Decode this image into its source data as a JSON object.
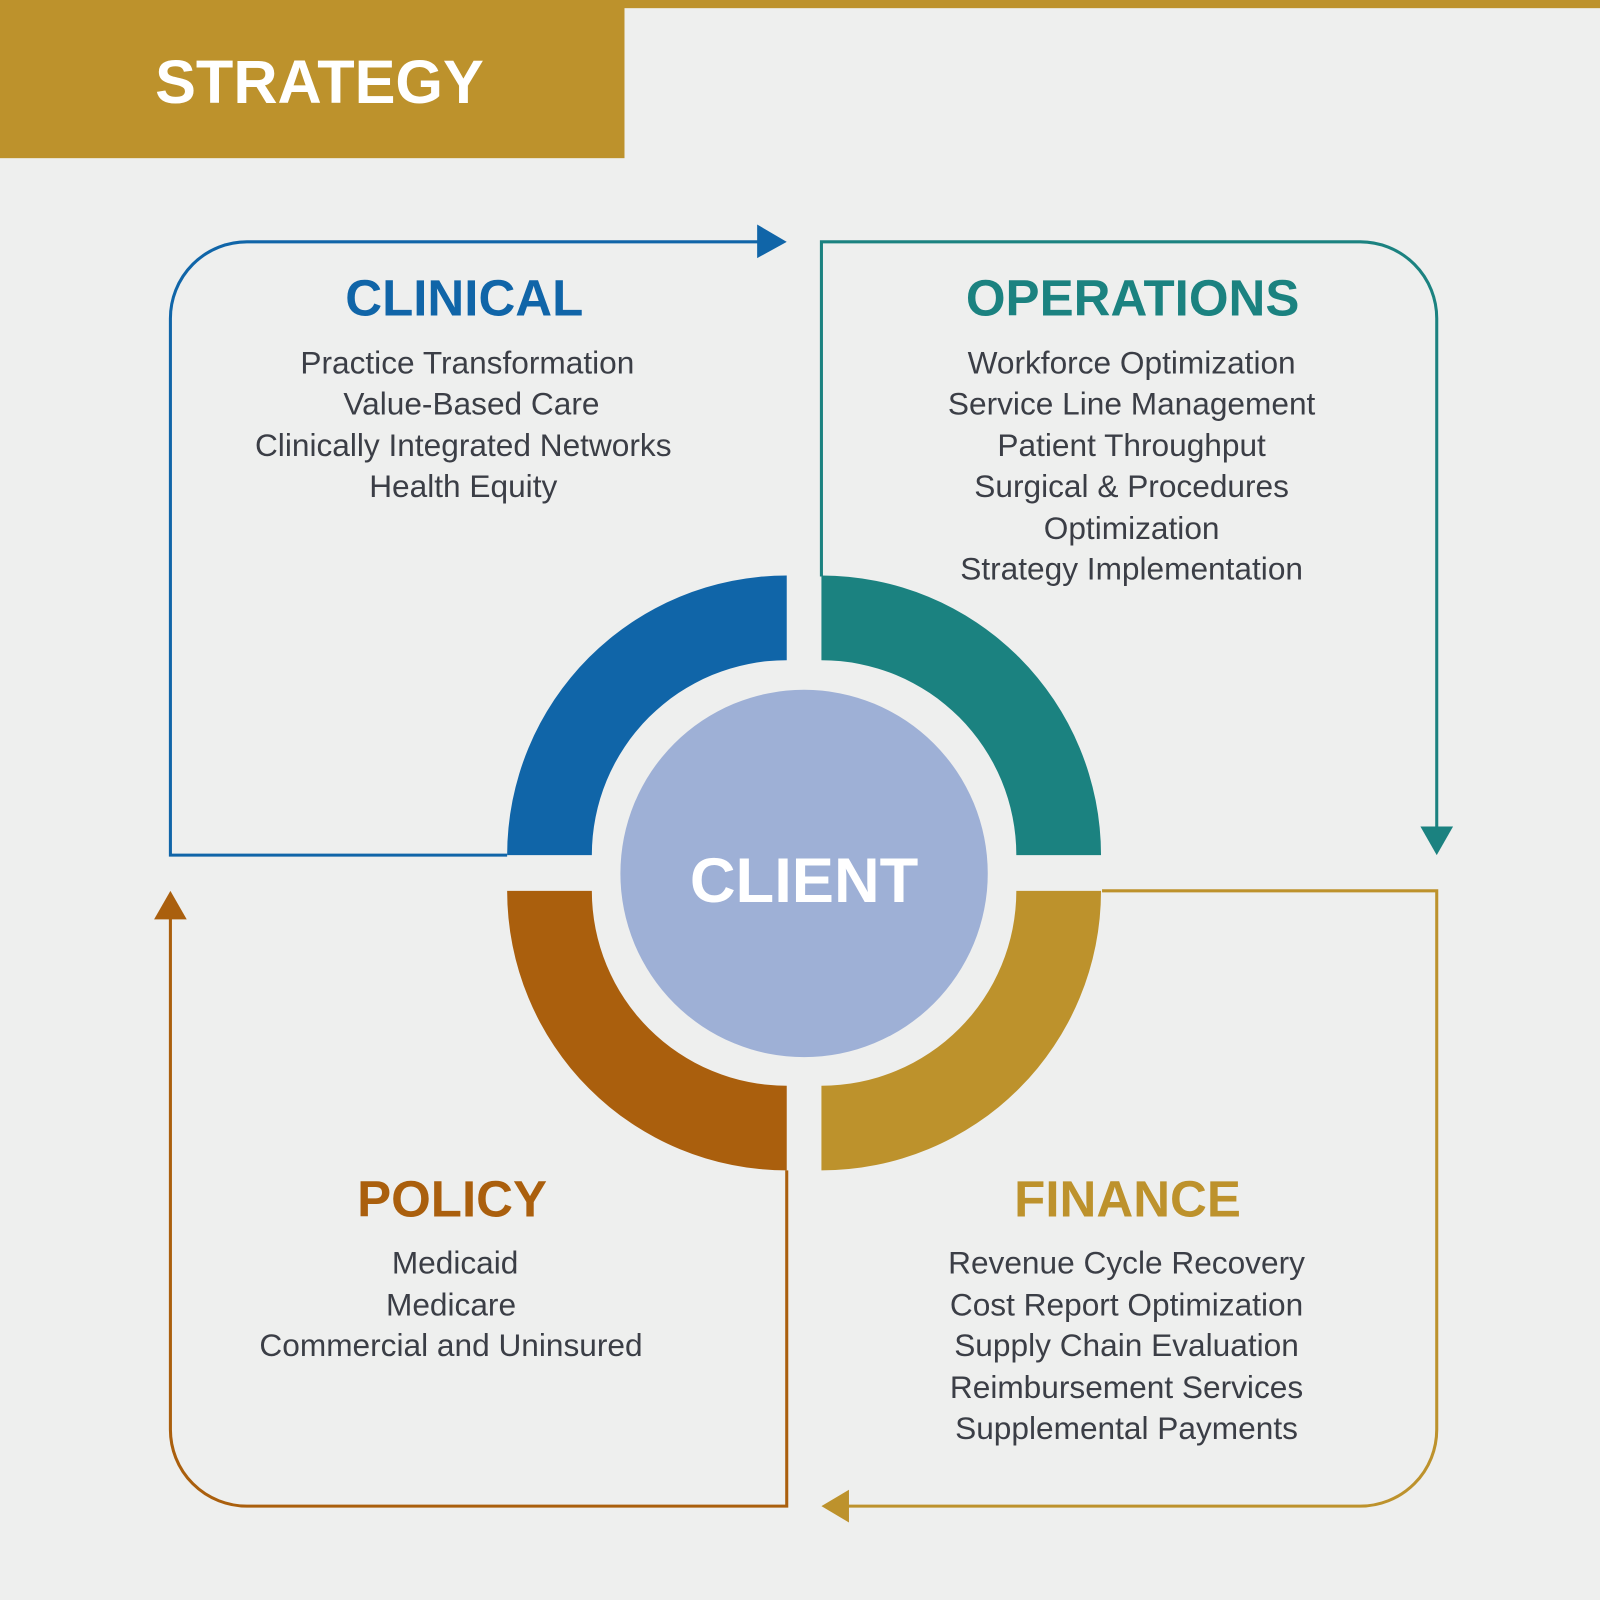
{
  "title": "STRATEGY",
  "center_label": "CLIENT",
  "colors": {
    "gold": "#bd922c",
    "blue": "#1065a8",
    "teal": "#1b8280",
    "orange": "#aa5f0d",
    "client": "#9eb0d6",
    "background": "#eeefee",
    "text": "#3b3e46"
  },
  "quadrants": {
    "clinical": {
      "heading": "CLINICAL",
      "items": [
        "Practice Transformation",
        "Value-Based Care",
        "Clinically Integrated Networks",
        "Health Equity"
      ]
    },
    "operations": {
      "heading": "OPERATIONS",
      "items": [
        "Workforce Optimization",
        "Service Line Management",
        "Patient Throughput",
        "Surgical & Procedures",
        "Optimization",
        "Strategy Implementation"
      ]
    },
    "policy": {
      "heading": "POLICY",
      "items": [
        "Medicaid",
        "Medicare",
        "Commercial and Uninsured"
      ]
    },
    "finance": {
      "heading": "FINANCE",
      "items": [
        "Revenue Cycle Recovery",
        "Cost Report Optimization",
        "Supply Chain Evaluation",
        "Reimbursement Services",
        "Supplemental Payments"
      ]
    }
  }
}
